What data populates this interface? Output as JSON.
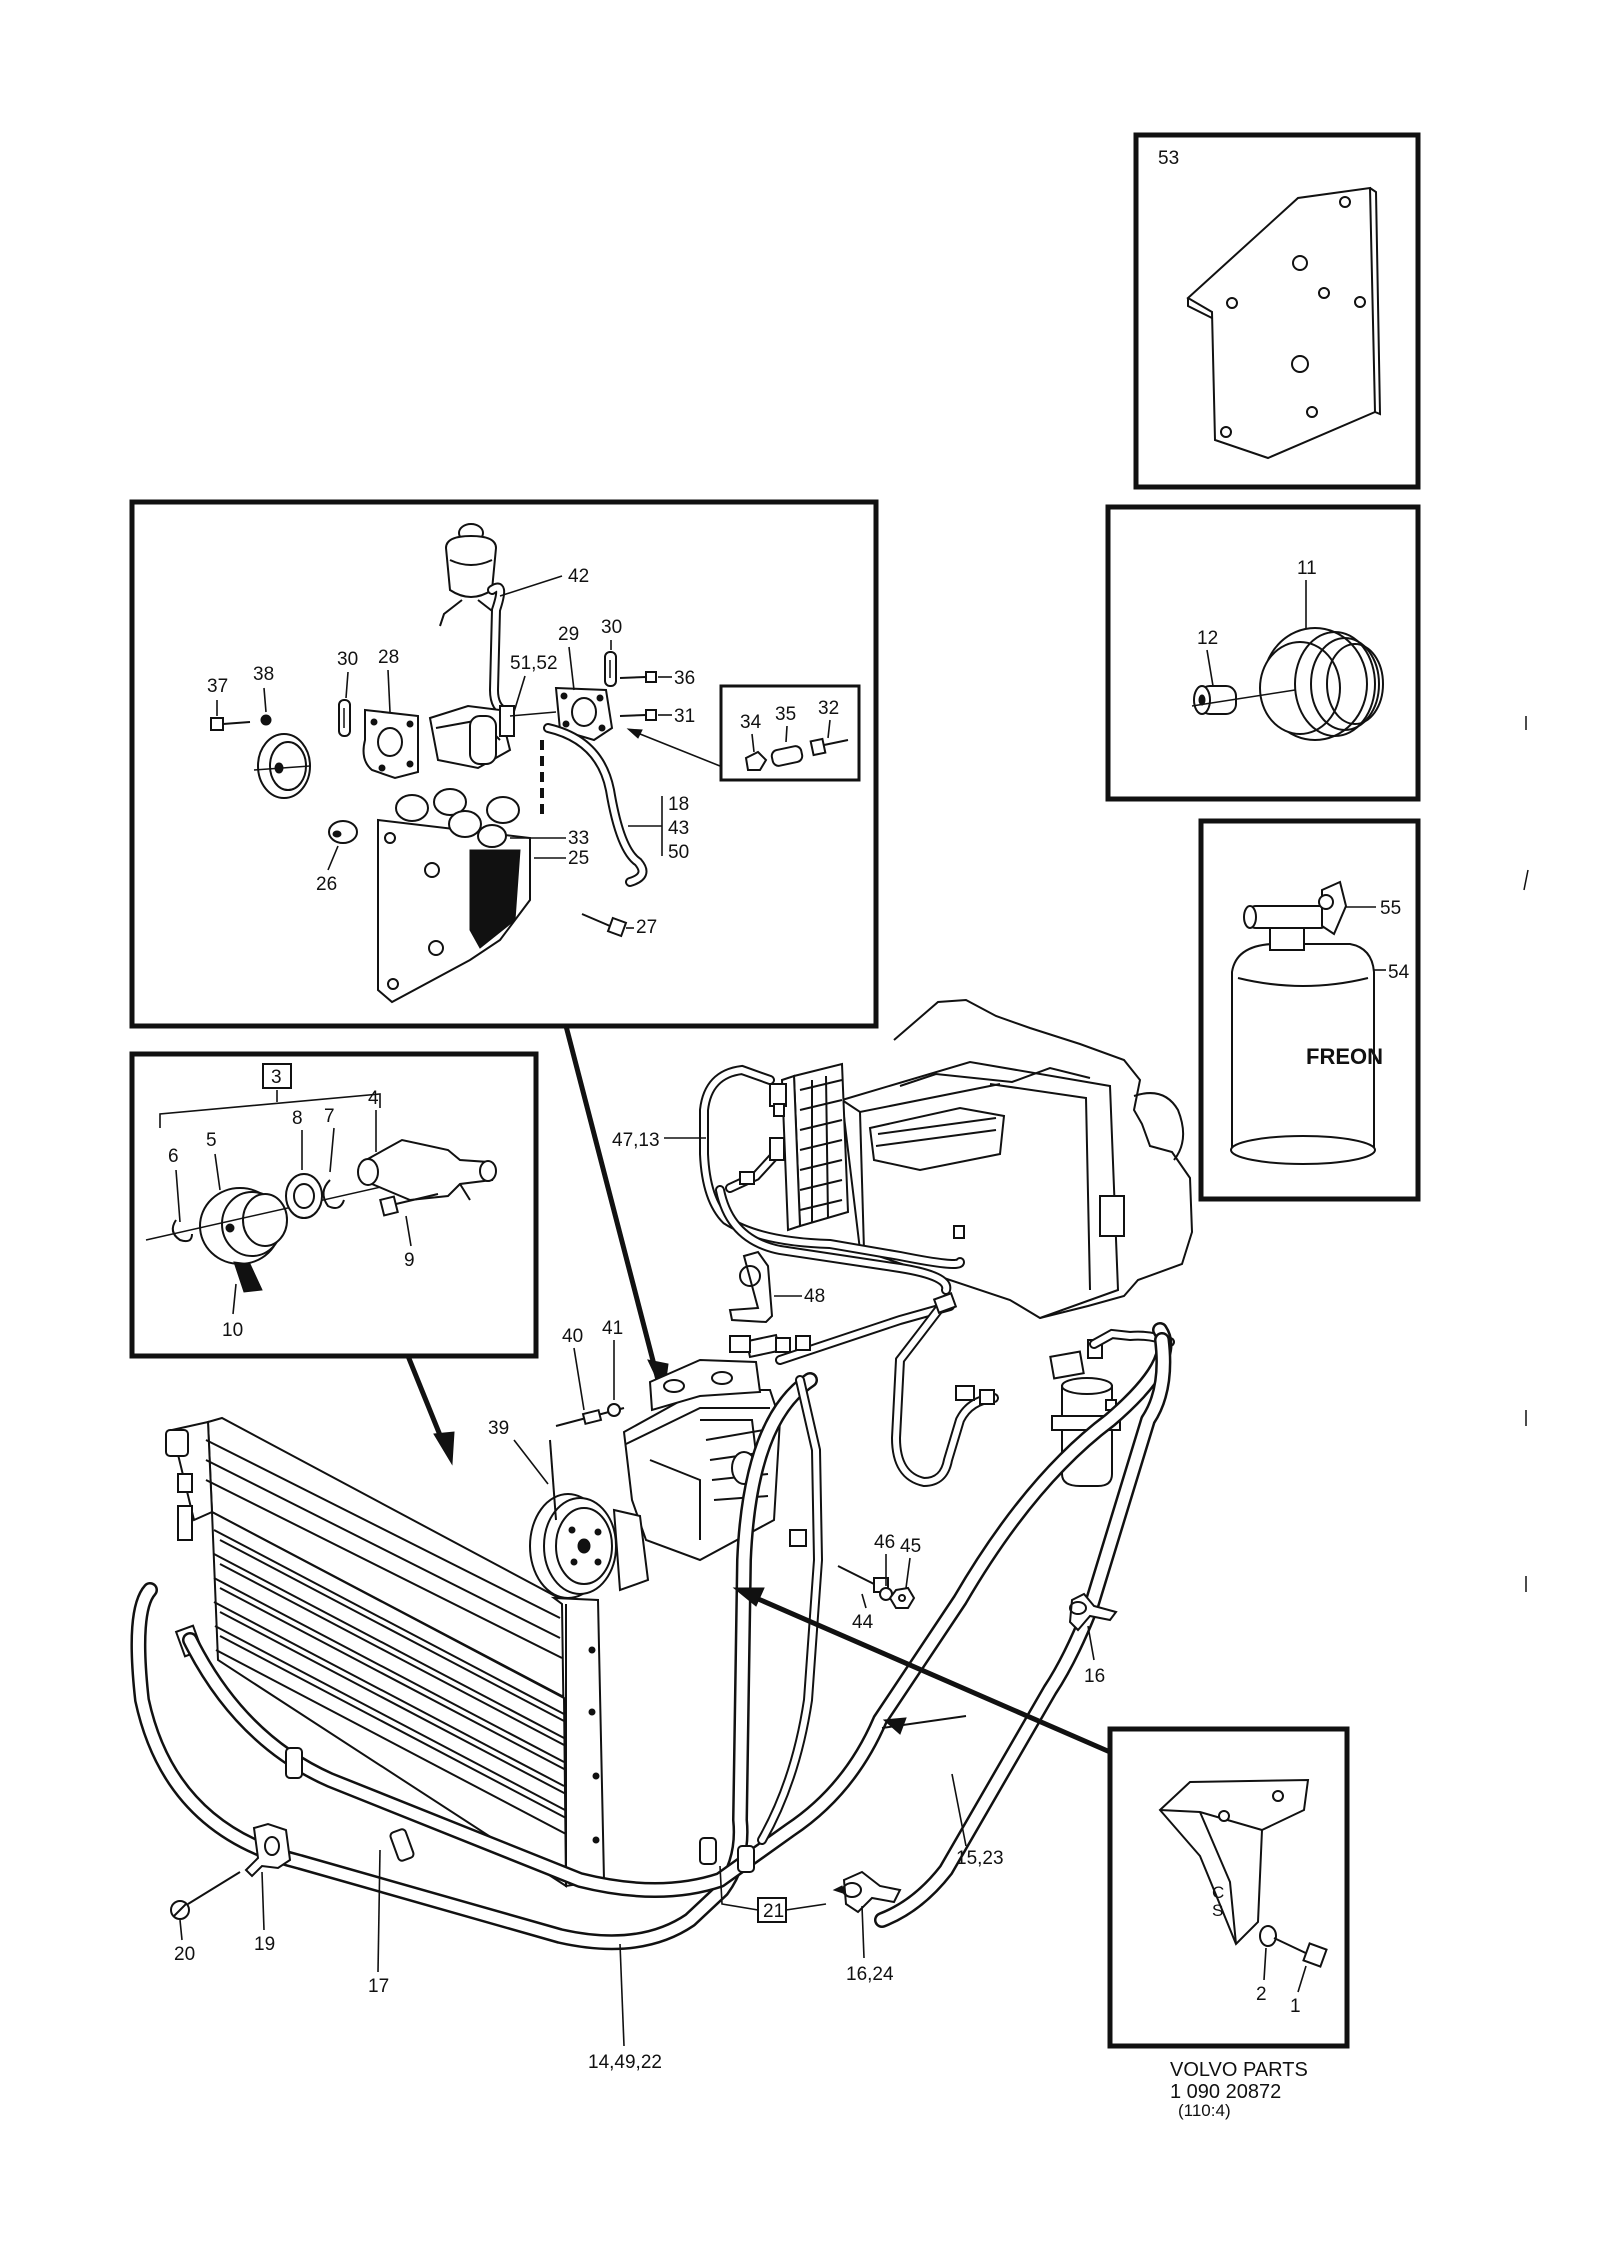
{
  "labels": {
    "p53": "53",
    "p11": "11",
    "p12": "12",
    "p55": "55",
    "p54": "54",
    "p42": "42",
    "p29": "29",
    "p30a": "30",
    "p30b": "30",
    "p37": "37",
    "p38": "38",
    "p28": "28",
    "p51_52": "51,52",
    "p36": "36",
    "p31": "31",
    "p34": "34",
    "p35": "35",
    "p32": "32",
    "p18": "18",
    "p43": "43",
    "p50": "50",
    "p33": "33",
    "p25": "25",
    "p26": "26",
    "p27": "27",
    "p3": "3",
    "p6": "6",
    "p5": "5",
    "p8": "8",
    "p7": "7",
    "p4": "4",
    "p9": "9",
    "p10": "10",
    "p47_13": "47,13",
    "p48": "48",
    "p40": "40",
    "p41": "41",
    "p39": "39",
    "p46": "46",
    "p45": "45",
    "p44": "44",
    "p16a": "16",
    "p15_23": "15,23",
    "p21": "21",
    "p16_24": "16,24",
    "p20": "20",
    "p19": "19",
    "p17": "17",
    "p14_49_22": "14,49,22",
    "p2": "2",
    "p1": "1"
  },
  "freon_text": "FREON",
  "footer": {
    "line1": "VOLVO PARTS",
    "line2": "1  090  20872",
    "line3": "(110:4)"
  }
}
